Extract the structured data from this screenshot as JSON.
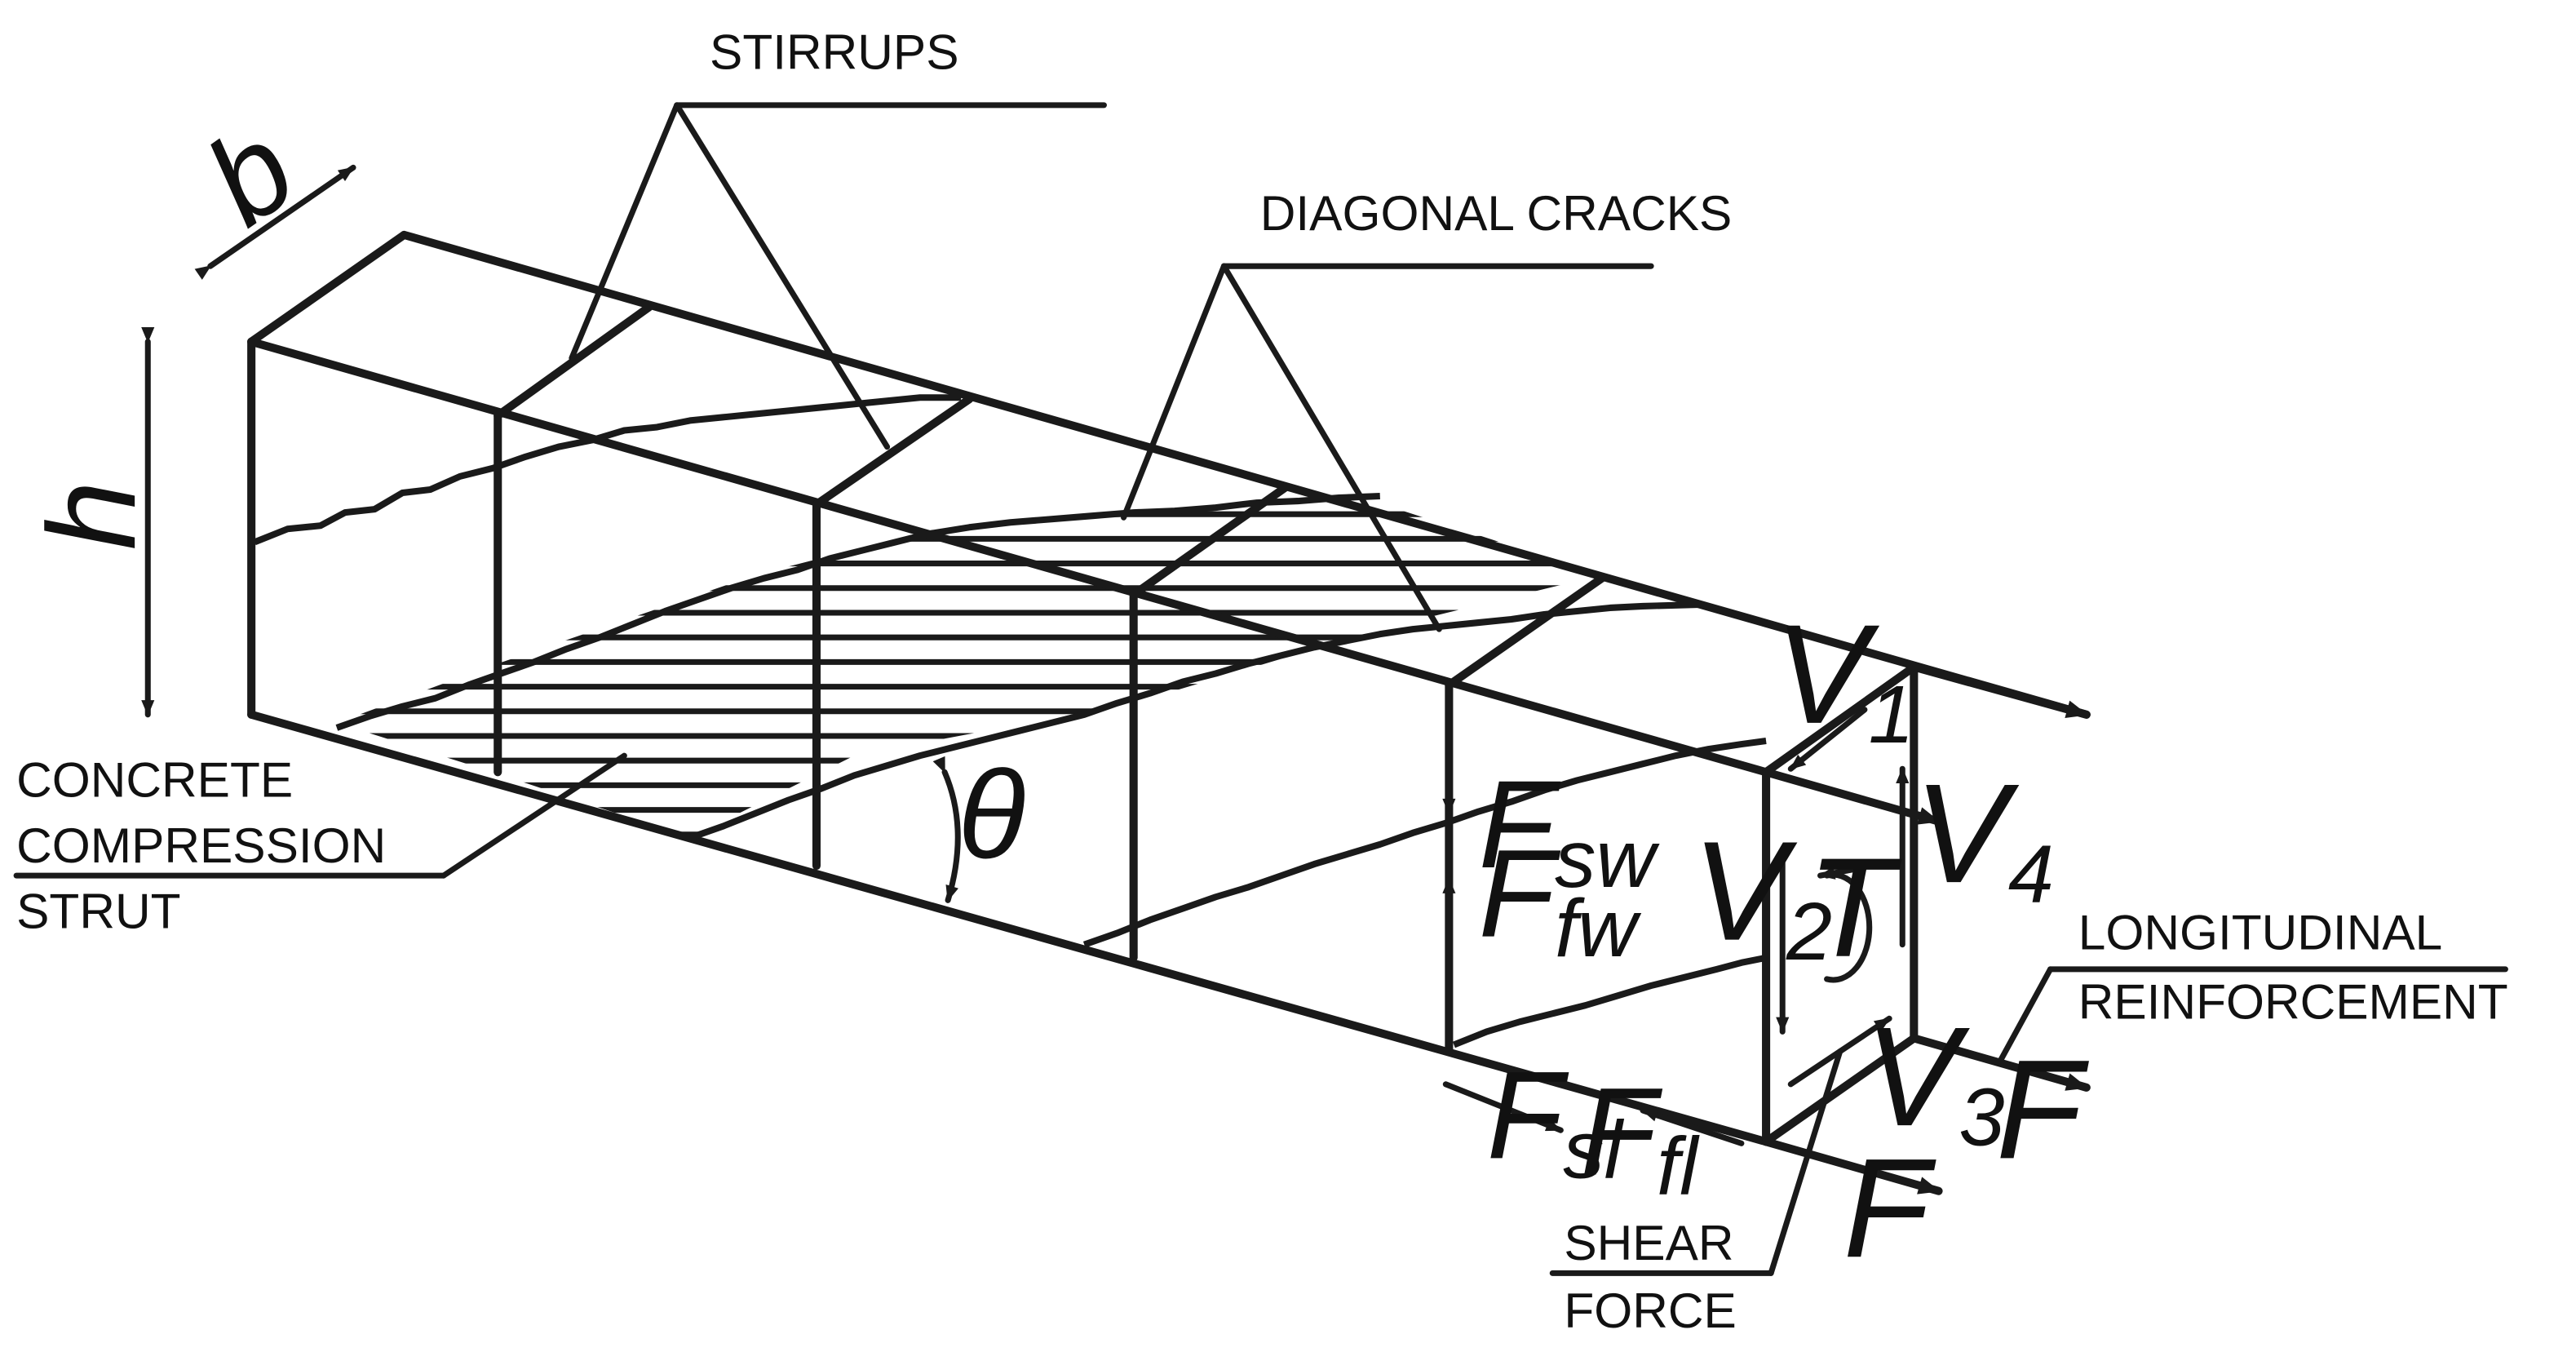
{
  "labels": {
    "stirrups": "STIRRUPS",
    "diagonal_cracks": "DIAGONAL CRACKS",
    "concrete_line1": "CONCRETE",
    "concrete_line2": "COMPRESSION",
    "concrete_line3": "STRUT",
    "longitudinal_line1": "LONGITUDINAL",
    "longitudinal_line2": "REINFORCEMENT",
    "shear_line1": "SHEAR",
    "shear_line2": "FORCE"
  },
  "symbols": {
    "b": "b",
    "h": "h",
    "theta": "θ",
    "T": "T",
    "V1": {
      "base": "V",
      "sub": "1"
    },
    "V2": {
      "base": "V",
      "sub": "2"
    },
    "V3": {
      "base": "V",
      "sub": "3"
    },
    "V4": {
      "base": "V",
      "sub": "4"
    },
    "Fsw": {
      "base": "F",
      "sub": "sw"
    },
    "Ffw": {
      "base": "F",
      "sub": "fw"
    },
    "Fsl": {
      "base": "F",
      "sub": "sl"
    },
    "Ffl": {
      "base": "F",
      "sub": "fl"
    },
    "F_top": "F",
    "F_bottom": "F"
  },
  "colors": {
    "ink": "#1a1a1a",
    "background": "#ffffff"
  }
}
